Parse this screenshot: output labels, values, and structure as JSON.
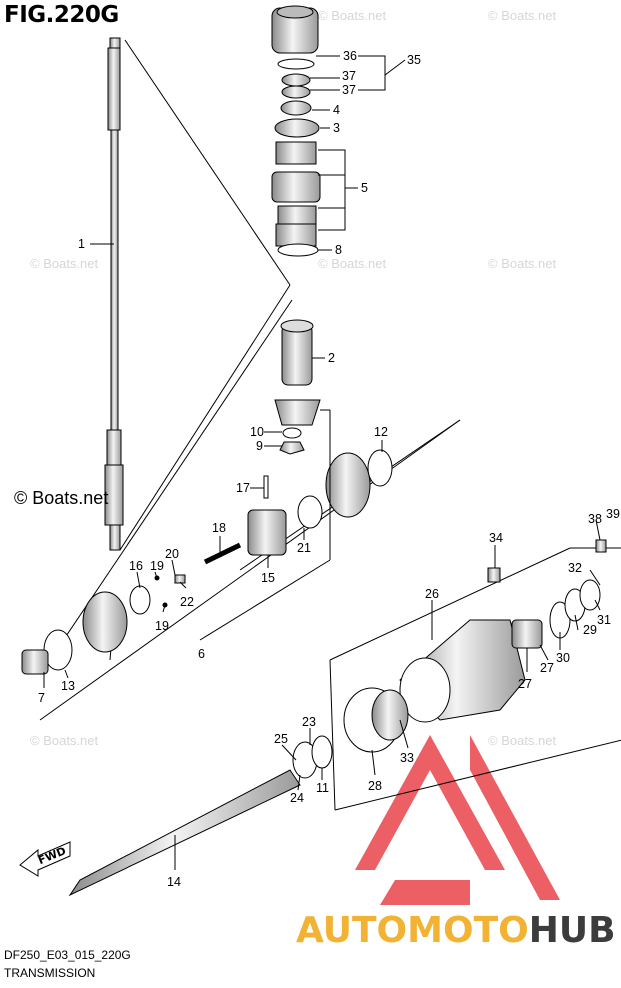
{
  "figure": {
    "title": "FIG.220G",
    "code": "DF250_E03_015_220G",
    "name": "TRANSMISSION"
  },
  "watermarks": {
    "main": "© Boats.net",
    "faint": "© Boats.net"
  },
  "brand": {
    "part1": "AUTOMOTO",
    "part2": "HUB",
    "logo_color": "#e8434a",
    "accent_color": "#f2b233"
  },
  "fwd_label": "FWD",
  "callouts": [
    "36",
    "35",
    "37",
    "37",
    "4",
    "3",
    "5",
    "8",
    "1",
    "2",
    "10",
    "9",
    "12",
    "17",
    "18",
    "20",
    "19",
    "16",
    "22",
    "19",
    "15",
    "21",
    "6",
    "7",
    "13",
    "34",
    "38",
    "39",
    "32",
    "26",
    "31",
    "29",
    "30",
    "27",
    "27",
    "23",
    "25",
    "24",
    "11",
    "33",
    "28",
    "14"
  ]
}
